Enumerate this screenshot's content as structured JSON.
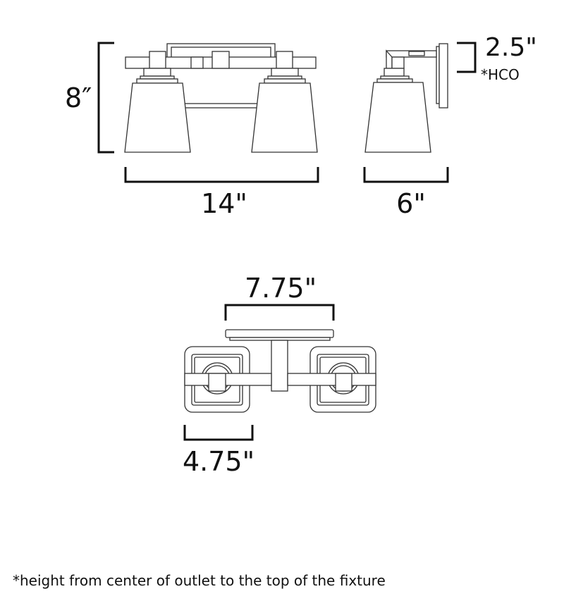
{
  "front_view": {
    "height_label": "8″",
    "width_label": "14\""
  },
  "side_view": {
    "extension_label": "6\"",
    "hco_value": "2.5\"",
    "hco_label": "*HCO"
  },
  "top_view": {
    "backplate_label": "7.75\"",
    "shade_width_label": "4.75\""
  },
  "footnote": "*height from center of outlet to the top of the fixture"
}
